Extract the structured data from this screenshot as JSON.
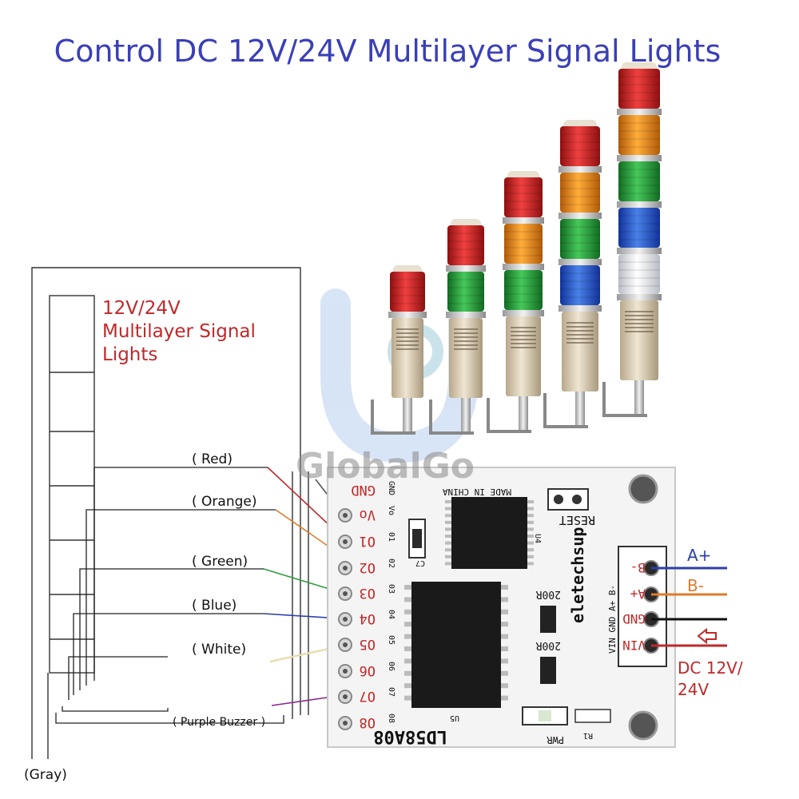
{
  "title": "Control DC 12V/24V Multilayer Signal Lights",
  "watermark": "GlobalGo",
  "stack_label": [
    "12V/24V",
    "Multilayer Signal",
    "Lights"
  ],
  "wire_labels": {
    "red": "( Red)",
    "orange": "( Orange)",
    "green": "( Green)",
    "blue": "( Blue)",
    "white": "( White)",
    "buzzer": "( Purple Buzzer )",
    "gray": "(Gray)"
  },
  "board": {
    "model": "LD58A08",
    "brand": "eletechsup",
    "made_in": "MADE IN CHINA",
    "reset": "RESET",
    "pwr": "PWR",
    "left_pins": [
      "GND",
      "Vo",
      "O1",
      "O2",
      "O3",
      "O4",
      "O5",
      "O6",
      "O7",
      "O8"
    ],
    "silk_pins": [
      "GND",
      "Vo",
      "01",
      "02",
      "03",
      "04",
      "05",
      "06",
      "07",
      "08"
    ],
    "terminal_pins": [
      "B-",
      "A+",
      "GND",
      "VIN"
    ],
    "terminal_silk": "VIN GND A+ B-",
    "resistors": [
      "200R",
      "200R"
    ],
    "components": [
      "C7",
      "U4",
      "U5",
      "R1"
    ]
  },
  "right_labels": {
    "a_plus": "A+",
    "b_minus": "B-",
    "dc": [
      "DC 12V/",
      "24V"
    ]
  },
  "colors": {
    "title": "#3a3fb8",
    "red_wire": "#c0282a",
    "orange_wire": "#e07b2a",
    "green_wire": "#2e9a3a",
    "blue_wire": "#2b3fa8",
    "white_wire": "#e8ddb0",
    "purple_wire": "#8a2a8a",
    "pcb": "#f4f4f4"
  }
}
